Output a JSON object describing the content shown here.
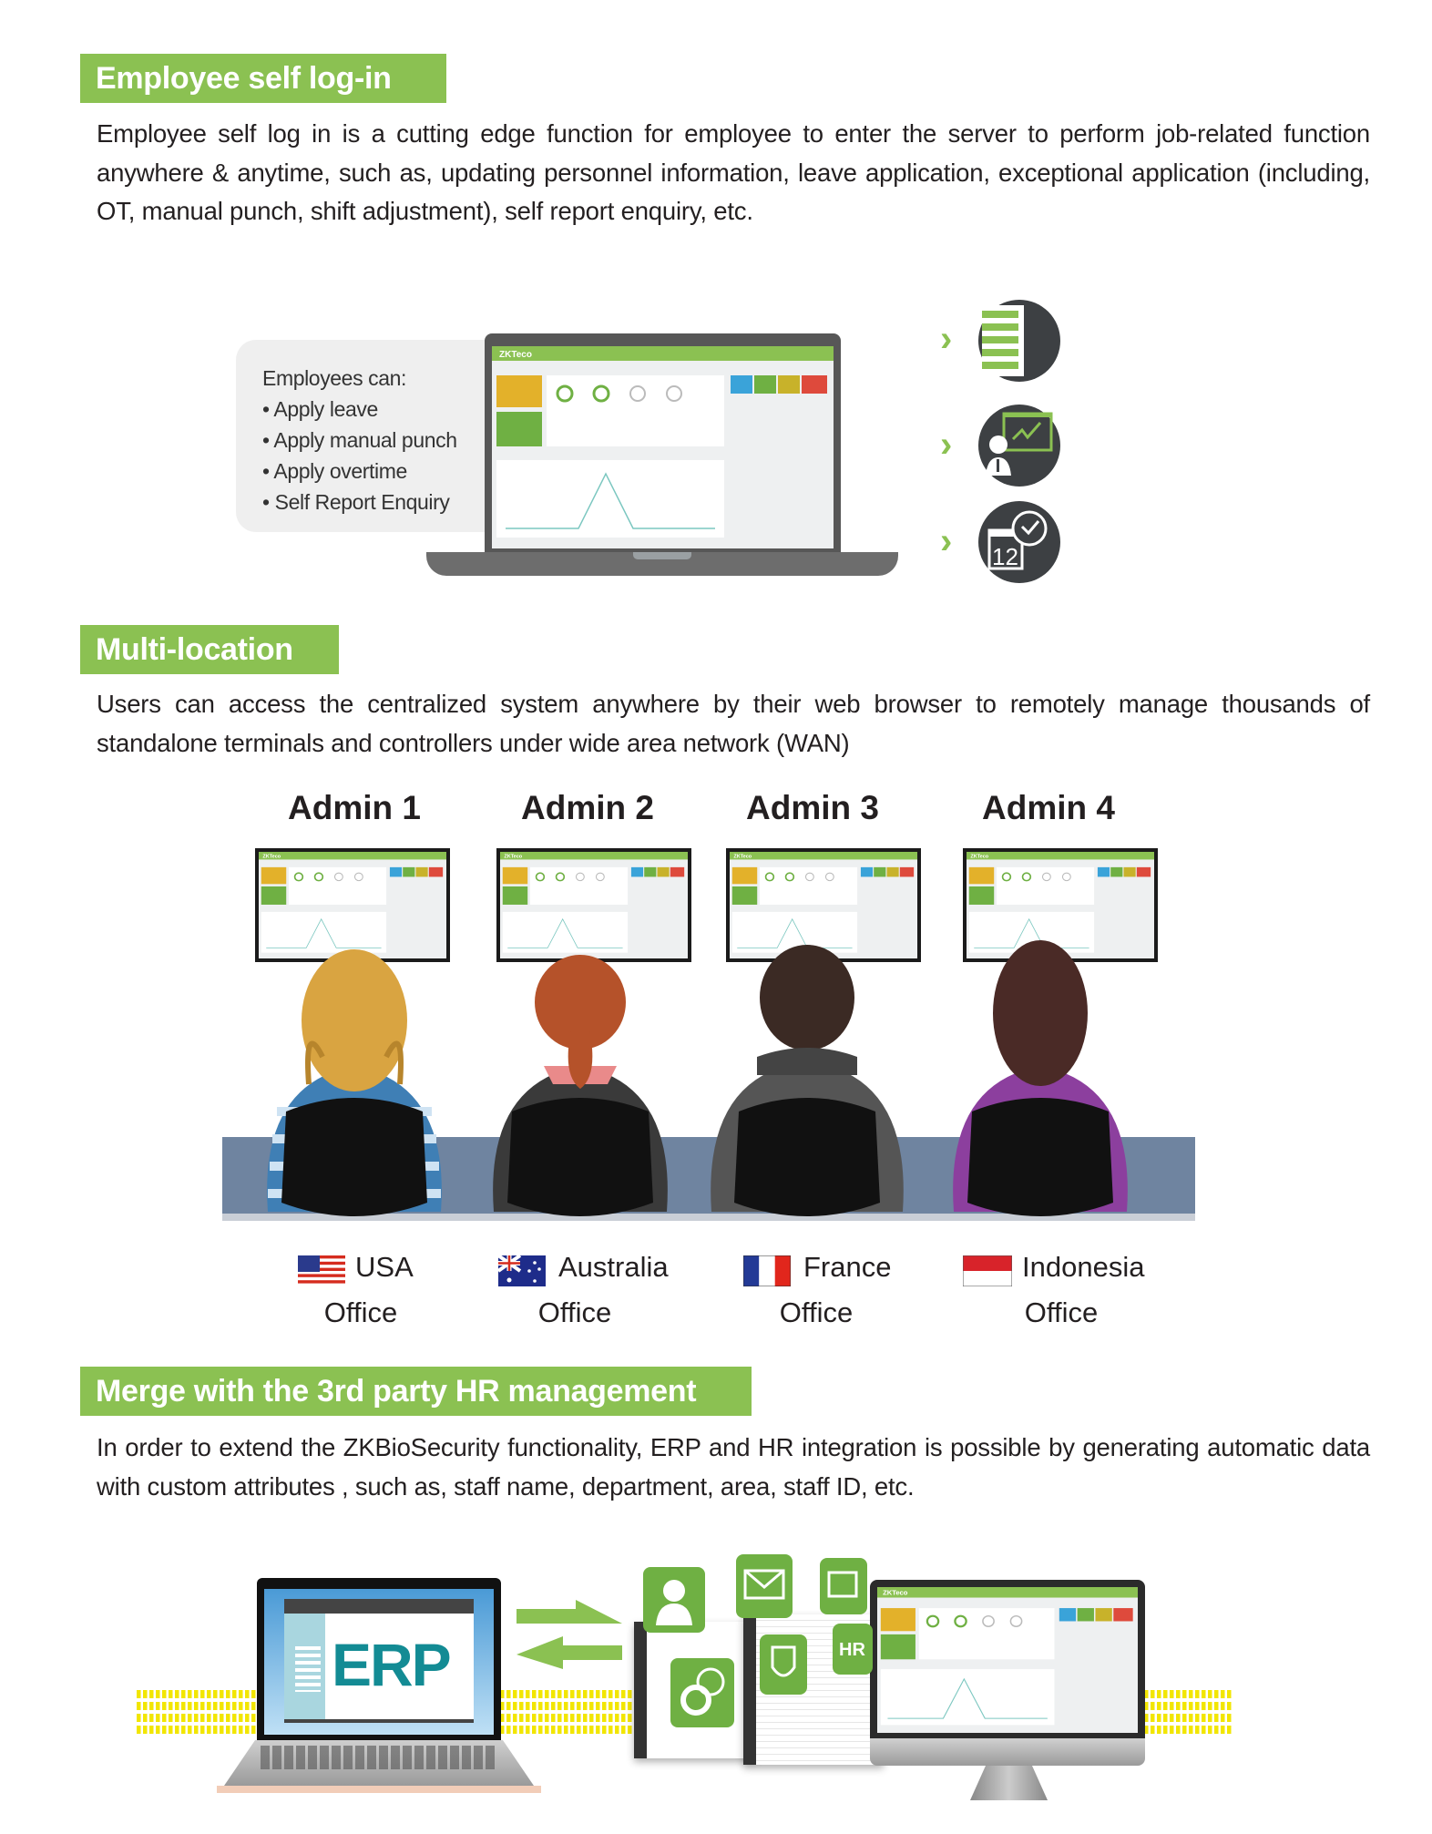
{
  "sections": {
    "self_login": {
      "title": "Employee self log-in",
      "body": "Employee self log in is a cutting edge function for employee to enter the server to perform job-related function anywhere & anytime, such as, updating personnel information, leave application, exceptional application (including, OT, manual punch, shift adjustment), self report enquiry, etc.",
      "box_heading": "Employees can:",
      "items": [
        "Apply leave",
        "Apply manual punch",
        "Apply overtime",
        "Self Report Enquiry"
      ],
      "icons": [
        "document-list-icon",
        "presentation-icon",
        "calendar-clock-icon"
      ],
      "calendar_day": "12"
    },
    "multi_location": {
      "title": "Multi-location",
      "body": "Users can access the centralized system anywhere by their web browser to remotely manage thousands of standalone terminals and controllers under wide area network (WAN)",
      "admins": [
        "Admin 1",
        "Admin 2",
        "Admin 3",
        "Admin 4"
      ],
      "offices": [
        {
          "country": "USA",
          "label": "Office"
        },
        {
          "country": "Australia",
          "label": "Office"
        },
        {
          "country": "France",
          "label": "Office"
        },
        {
          "country": "Indonesia",
          "label": "Office"
        }
      ]
    },
    "hr_merge": {
      "title": "Merge with the 3rd party HR management",
      "body": "In order to extend the ZKBioSecurity functionality, ERP and HR integration is possible by generating automatic data with custom attributes , such as, staff name, department, area, staff ID, etc.",
      "erp_label": "ERP",
      "hr_badge": "HR"
    }
  },
  "colors": {
    "accent": "#8bc152",
    "dark_icon": "#3d4043",
    "erp_teal": "#138b94",
    "yellow_dots": "#f2e600"
  },
  "dashboard_logo": "ZKTeco"
}
